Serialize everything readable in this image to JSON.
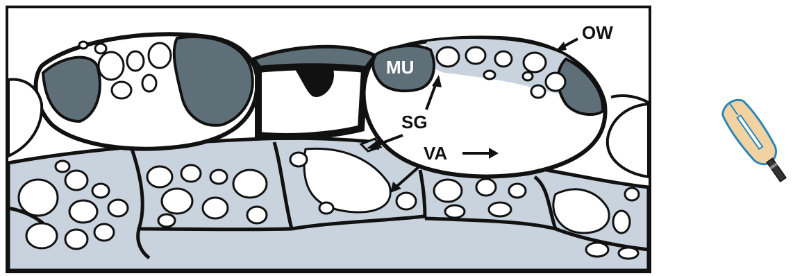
{
  "labels": {
    "ow": "OW",
    "mu": "MU",
    "sg": "SG",
    "va": "VA"
  },
  "colors": {
    "outline": "#111111",
    "dark_tissue": "#5f6f78",
    "light_tissue": "#c9d3de",
    "lumen": "#ffffff",
    "icon_fill": "#f3d2a2",
    "icon_outline": "#2a86b8"
  },
  "icons": {
    "thumbnail": "brush-tool-icon"
  }
}
